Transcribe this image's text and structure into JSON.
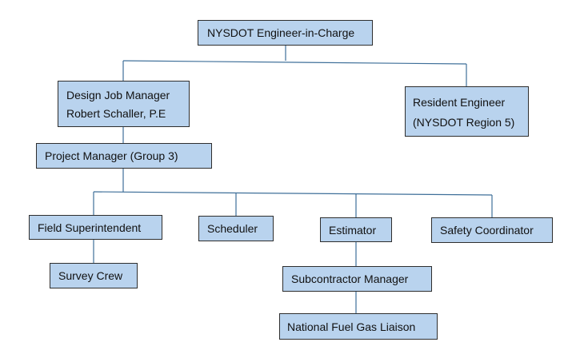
{
  "boxes": {
    "engineer_in_charge": {
      "lines": [
        "NYSDOT Engineer-in-Charge"
      ]
    },
    "design_job_manager": {
      "lines": [
        "Design Job Manager",
        "Robert Schaller, P.E"
      ]
    },
    "resident_engineer": {
      "lines": [
        "Resident Engineer",
        "(NYSDOT Region 5)"
      ]
    },
    "project_manager": {
      "lines": [
        "Project Manager (Group 3)"
      ]
    },
    "field_superintendent": {
      "lines": [
        "Field Superintendent"
      ]
    },
    "scheduler": {
      "lines": [
        "Scheduler"
      ]
    },
    "estimator": {
      "lines": [
        "Estimator"
      ]
    },
    "safety_coordinator": {
      "lines": [
        "Safety Coordinator"
      ]
    },
    "survey_crew": {
      "lines": [
        "Survey Crew"
      ]
    },
    "subcontractor_manager": {
      "lines": [
        "Subcontractor Manager"
      ]
    },
    "national_fuel_gas_liaison": {
      "lines": [
        "National Fuel Gas Liaison"
      ]
    }
  },
  "colors": {
    "box_fill": "#b9d3ee",
    "box_border": "#2e2e2e",
    "connector": "#3e6f99",
    "text": "#111111"
  }
}
